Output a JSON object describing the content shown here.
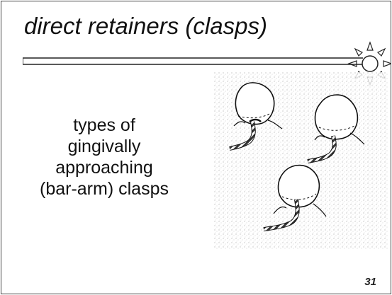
{
  "slide": {
    "title": "direct retainers (clasps)",
    "body_lines": [
      "types of",
      "gingivally",
      "approaching",
      "(bar-arm) clasps"
    ],
    "page_number": "31"
  },
  "icons": {
    "decoration": "sun-icon",
    "figure": "tooth-bar-clasp-illustration"
  }
}
